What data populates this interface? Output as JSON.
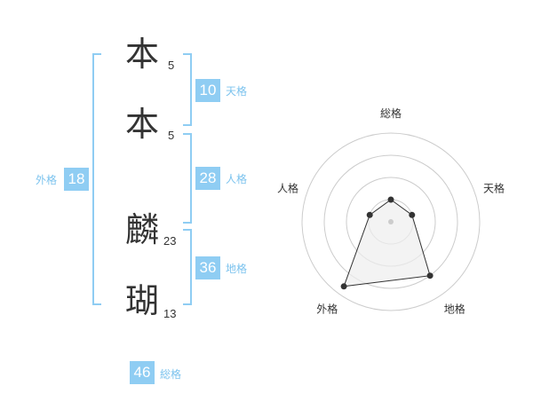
{
  "name": {
    "chars": [
      {
        "char": "本",
        "strokes": "5"
      },
      {
        "char": "本",
        "strokes": "5"
      },
      {
        "char": "麟",
        "strokes": "23"
      },
      {
        "char": "瑚",
        "strokes": "13"
      }
    ]
  },
  "kaku": {
    "tenkaku": {
      "label": "天格",
      "value": "10"
    },
    "jinkaku": {
      "label": "人格",
      "value": "28"
    },
    "chikaku": {
      "label": "地格",
      "value": "36"
    },
    "gaikaku": {
      "label": "外格",
      "value": "18"
    },
    "soukaku": {
      "label": "総格",
      "value": "46"
    }
  },
  "colors": {
    "accent": "#8fcdf3",
    "accent_text": "#7cc3ee",
    "ring": "#cccccc",
    "polygon_fill": "#eeeeee"
  },
  "chart_data": {
    "type": "radar",
    "axes": [
      "総格",
      "天格",
      "地格",
      "外格",
      "人格"
    ],
    "rings": 4,
    "values": [
      0.25,
      0.25,
      0.75,
      0.9,
      0.25
    ]
  }
}
